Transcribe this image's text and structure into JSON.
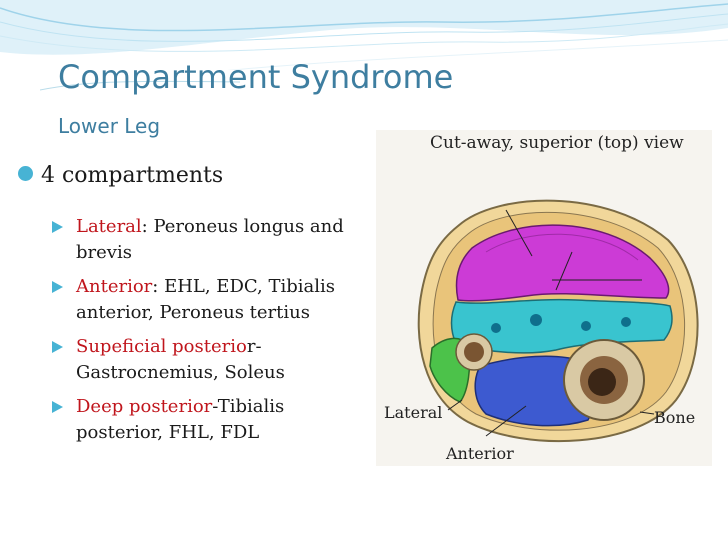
{
  "slide": {
    "title": "Compartment Syndrome",
    "subtitle": "Lower Leg",
    "bullet": "4 compartments",
    "items": [
      {
        "name": "Lateral",
        "line1_rest": ": Peroneus longus and",
        "line2": "brevis"
      },
      {
        "name": "Anterior",
        "line1_rest": ": EHL, EDC, Tibialis",
        "line2": "anterior, Peroneus tertius"
      },
      {
        "name": "Supeficial posterio",
        "line1_rest": "r-",
        "line2": "Gastrocnemius, Soleus"
      },
      {
        "name": "Deep posterior",
        "line1_rest": "-Tibialis",
        "line2": "posterior, FHL, FDL"
      }
    ]
  },
  "figure": {
    "caption": "Cut-away, superior (top) view",
    "labels": {
      "lateral": "Lateral",
      "anterior": "Anterior",
      "bone": "Bone"
    }
  },
  "colors": {
    "title": "#3e7ea0",
    "bullet": "#47b3d4",
    "highlight": "#c0151c"
  }
}
